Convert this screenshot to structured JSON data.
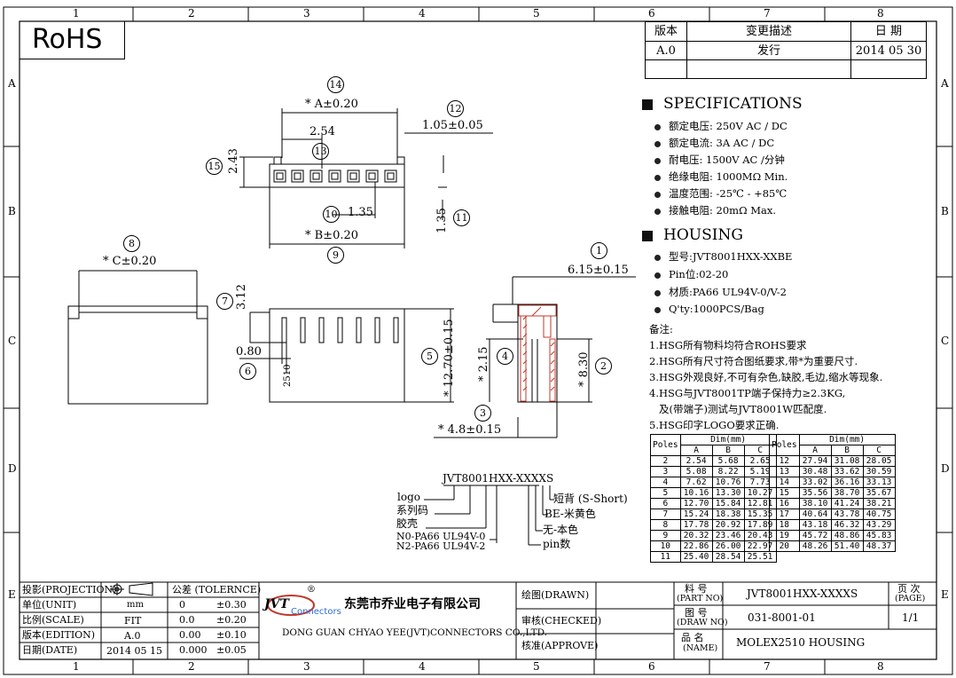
{
  "frame": {
    "columns": [
      "1",
      "2",
      "3",
      "4",
      "5",
      "6",
      "7",
      "8"
    ],
    "rows": [
      "A",
      "B",
      "C",
      "D",
      "E"
    ]
  },
  "rohs": "RoHS",
  "revision_table": {
    "headers": [
      "版本",
      "变更描述",
      "日 期"
    ],
    "row": [
      "A.0",
      "发行",
      "2014 05 30"
    ]
  },
  "specifications": {
    "title": "SPECIFICATIONS",
    "items": [
      "额定电压: 250V AC / DC",
      "额定电流: 3A AC / DC",
      "耐电压: 1500V AC /分钟",
      "绝缘电阻: 1000MΩ  Min.",
      "温度范围: -25℃ - +85℃",
      "接触电阻: 20mΩ  Max."
    ]
  },
  "housing": {
    "title": "HOUSING",
    "items": [
      "型号:JVT8001HXX-XXBE",
      "Pin位:02-20",
      "材质:PA66  UL94V-0/V-2",
      "Q'ty:1000PCS/Bag"
    ]
  },
  "notes": {
    "title": "备注:",
    "items": [
      "1.HSG所有物料均符合ROHS要求",
      "2.HSG所有尺寸符合图纸要求,带*为重要尺寸.",
      "3.HSG外观良好,不可有杂色,缺胶,毛边,缩水等现象.",
      "4.HSG与JVT8001TP端子保持力≥2.3KG,",
      "   及(带端子)测试与JVT8001W匹配度.",
      "5.HSG印字LOGO要求正确."
    ]
  },
  "dim_table": {
    "group_header": "Dim(mm)",
    "poles_label": "Poles",
    "cols": [
      "A",
      "B",
      "C"
    ],
    "left": [
      [
        "2",
        "2.54",
        "5.68",
        "2.65"
      ],
      [
        "3",
        "5.08",
        "8.22",
        "5.19"
      ],
      [
        "4",
        "7.62",
        "10.76",
        "7.73"
      ],
      [
        "5",
        "10.16",
        "13.30",
        "10.27"
      ],
      [
        "6",
        "12.70",
        "15.84",
        "12.81"
      ],
      [
        "7",
        "15.24",
        "18.38",
        "15.35"
      ],
      [
        "8",
        "17.78",
        "20.92",
        "17.89"
      ],
      [
        "9",
        "20.32",
        "23.46",
        "20.43"
      ],
      [
        "10",
        "22.86",
        "26.00",
        "22.97"
      ],
      [
        "11",
        "25.40",
        "28.54",
        "25.51"
      ]
    ],
    "right": [
      [
        "12",
        "27.94",
        "31.08",
        "28.05"
      ],
      [
        "13",
        "30.48",
        "33.62",
        "30.59"
      ],
      [
        "14",
        "33.02",
        "36.16",
        "33.13"
      ],
      [
        "15",
        "35.56",
        "38.70",
        "35.67"
      ],
      [
        "16",
        "38.10",
        "41.24",
        "38.21"
      ],
      [
        "17",
        "40.64",
        "43.78",
        "40.75"
      ],
      [
        "18",
        "43.18",
        "46.32",
        "43.29"
      ],
      [
        "19",
        "45.72",
        "48.86",
        "45.83"
      ],
      [
        "20",
        "48.26",
        "51.40",
        "48.37"
      ]
    ]
  },
  "drawing_labels": {
    "dim_a": "* A±0.20",
    "dim_b": "* B±0.20",
    "dim_c": "* C±0.20",
    "d254": "2.54",
    "d243": "2.43",
    "d105": "1.05±0.05",
    "d135a": "1.35",
    "d135b": "1.35",
    "d312": "3.12",
    "d080": "0.80",
    "d2510": "2510",
    "d1270": "* 12.70±0.15",
    "d615": "6.15±0.15",
    "d215": "* 2.15",
    "d830": "* 8.30",
    "d48": "* 4.8±0.15",
    "balloons": [
      "1",
      "2",
      "3",
      "4",
      "5",
      "6",
      "7",
      "8",
      "9",
      "10",
      "11",
      "12",
      "13",
      "14",
      "15"
    ]
  },
  "part_code": {
    "code": "JVT8001HXX-XXXXS",
    "left_labels": [
      "logo",
      "系列码",
      "胶壳",
      "N0-PA66 UL94V-0",
      "N2-PA66 UL94V-2"
    ],
    "right_labels": [
      "短背 (S-Short)",
      "BE-米黄色",
      "无-本色",
      "pin数"
    ]
  },
  "title_block": {
    "projection": "投影(PROJECTION)",
    "unit": "单位(UNIT)",
    "unit_val": "mm",
    "scale": "比例(SCALE)",
    "scale_val": "FIT",
    "edition": "版本(EDITION)",
    "edition_val": "A.0",
    "date": "日期(DATE)",
    "date_val": "2014 05 15",
    "tol_header": "公差 (TOLERNCE)",
    "tol_rows": [
      [
        "0",
        "±0.30"
      ],
      [
        "0.0",
        "±0.20"
      ],
      [
        "0.00",
        "±0.10"
      ],
      [
        "0.000",
        "±0.05"
      ]
    ],
    "logo_text": "JVT",
    "logo_sub": "Connectors",
    "company_cn": "东莞市乔业电子有限公司",
    "company_en": "DONG GUAN CHYAO YEE(JVT)CONNECTORS CO.,LTD.",
    "drawn": "绘图(DRAWN)",
    "checked": "审核(CHECKED)",
    "approve": "核准(APPROVE)",
    "part_no_label1": "料   号",
    "part_no_label2": "(PART NO)",
    "part_no": "JVT8001HXX-XXXXS",
    "draw_no_label1": "图   号",
    "draw_no_label2": "(DRAW NO)",
    "draw_no": "031-8001-01",
    "name_label1": "品   名",
    "name_label2": "(NAME)",
    "name": "MOLEX2510  HOUSING",
    "page_label1": "页 次",
    "page_label2": "(PAGE)",
    "page": "1/1"
  },
  "colors": {
    "section_red": "#c0392b"
  }
}
